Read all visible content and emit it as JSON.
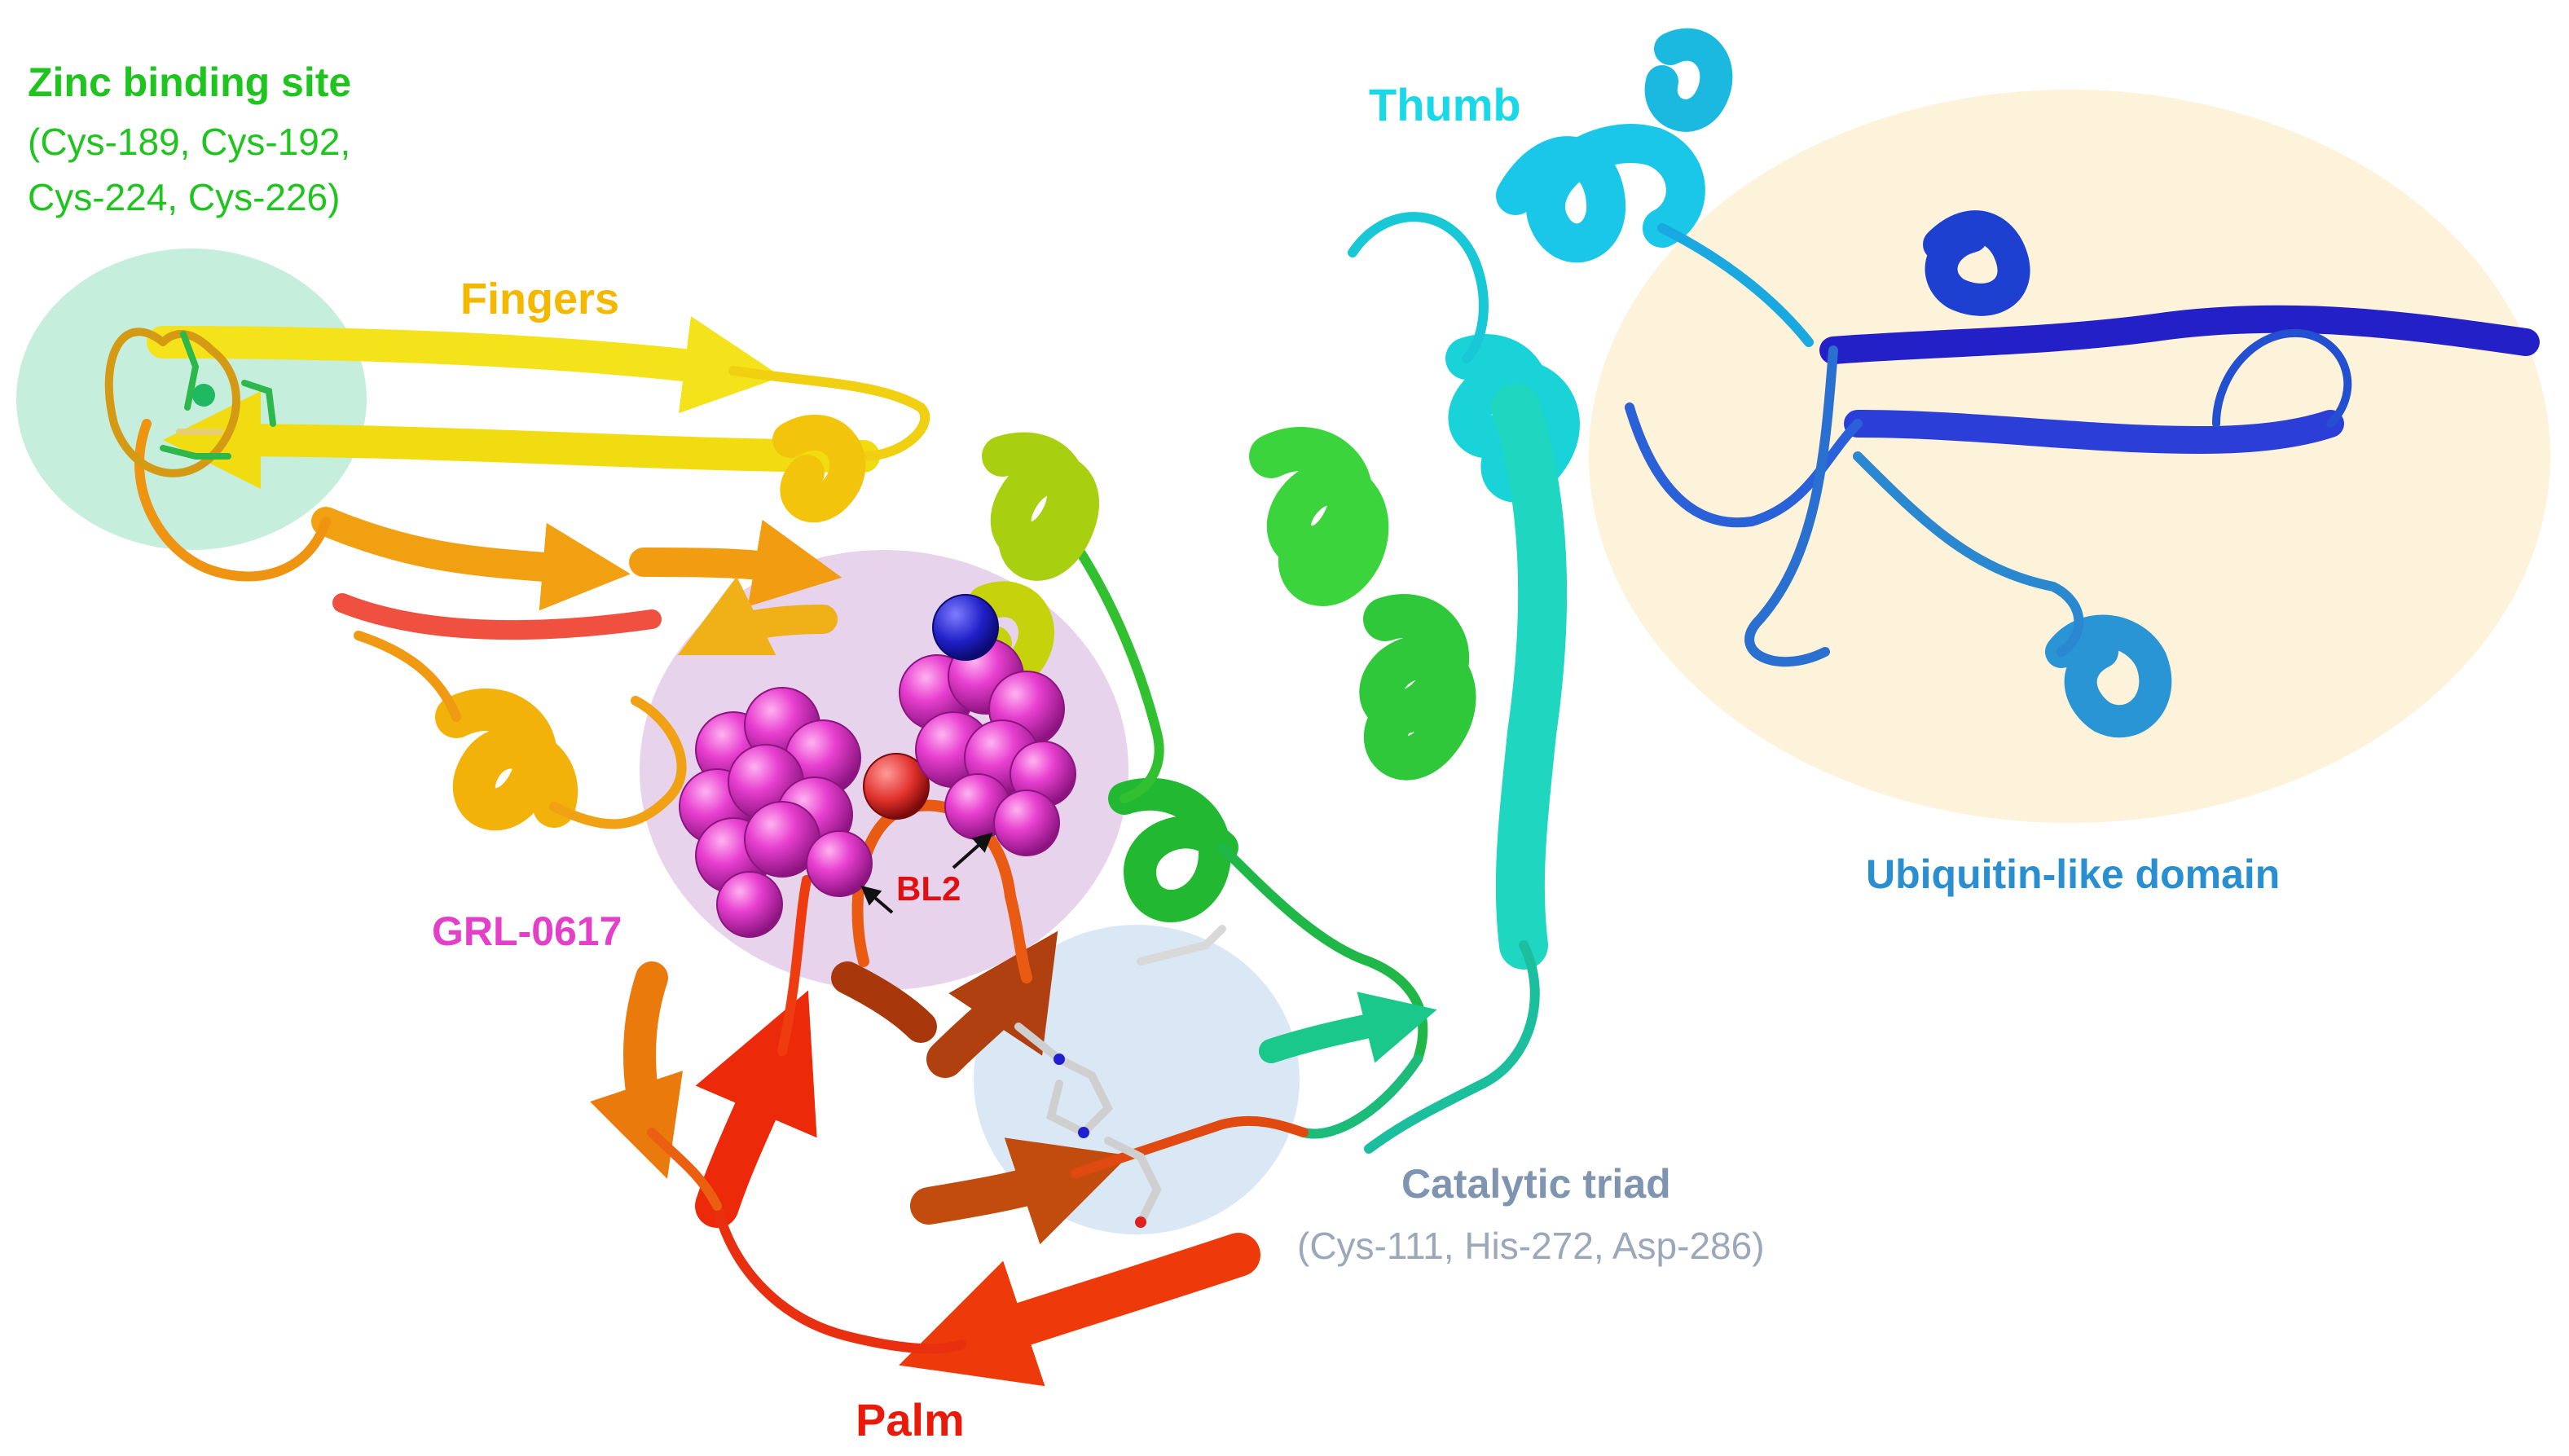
{
  "labels": {
    "zinc_title": "Zinc binding site",
    "zinc_res_1": "(Cys-189, Cys-192,",
    "zinc_res_2": "Cys-224, Cys-226)",
    "fingers": "Fingers",
    "thumb": "Thumb",
    "ubl": "Ubiquitin-like domain",
    "grl": "GRL-0617",
    "bl2": "BL2",
    "triad_title": "Catalytic triad",
    "triad_res": "(Cys-111, His-272, Asp-286)",
    "palm": "Palm"
  },
  "colors": {
    "zinc": "#1fc41f",
    "fingers": "#f5b800",
    "thumb": "#19d8e8",
    "ubl": "#2a8fd0",
    "grl": "#e33fc8",
    "bl2": "#e01010",
    "triad_title": "#7f94b0",
    "triad_res": "#9aa8ba",
    "palm": "#e81a0a",
    "zinc_region": "#9fe3c6",
    "ubl_region": "#fdf1d6",
    "grl_region": "#d7b6dd",
    "triad_region": "#c6dcef"
  }
}
